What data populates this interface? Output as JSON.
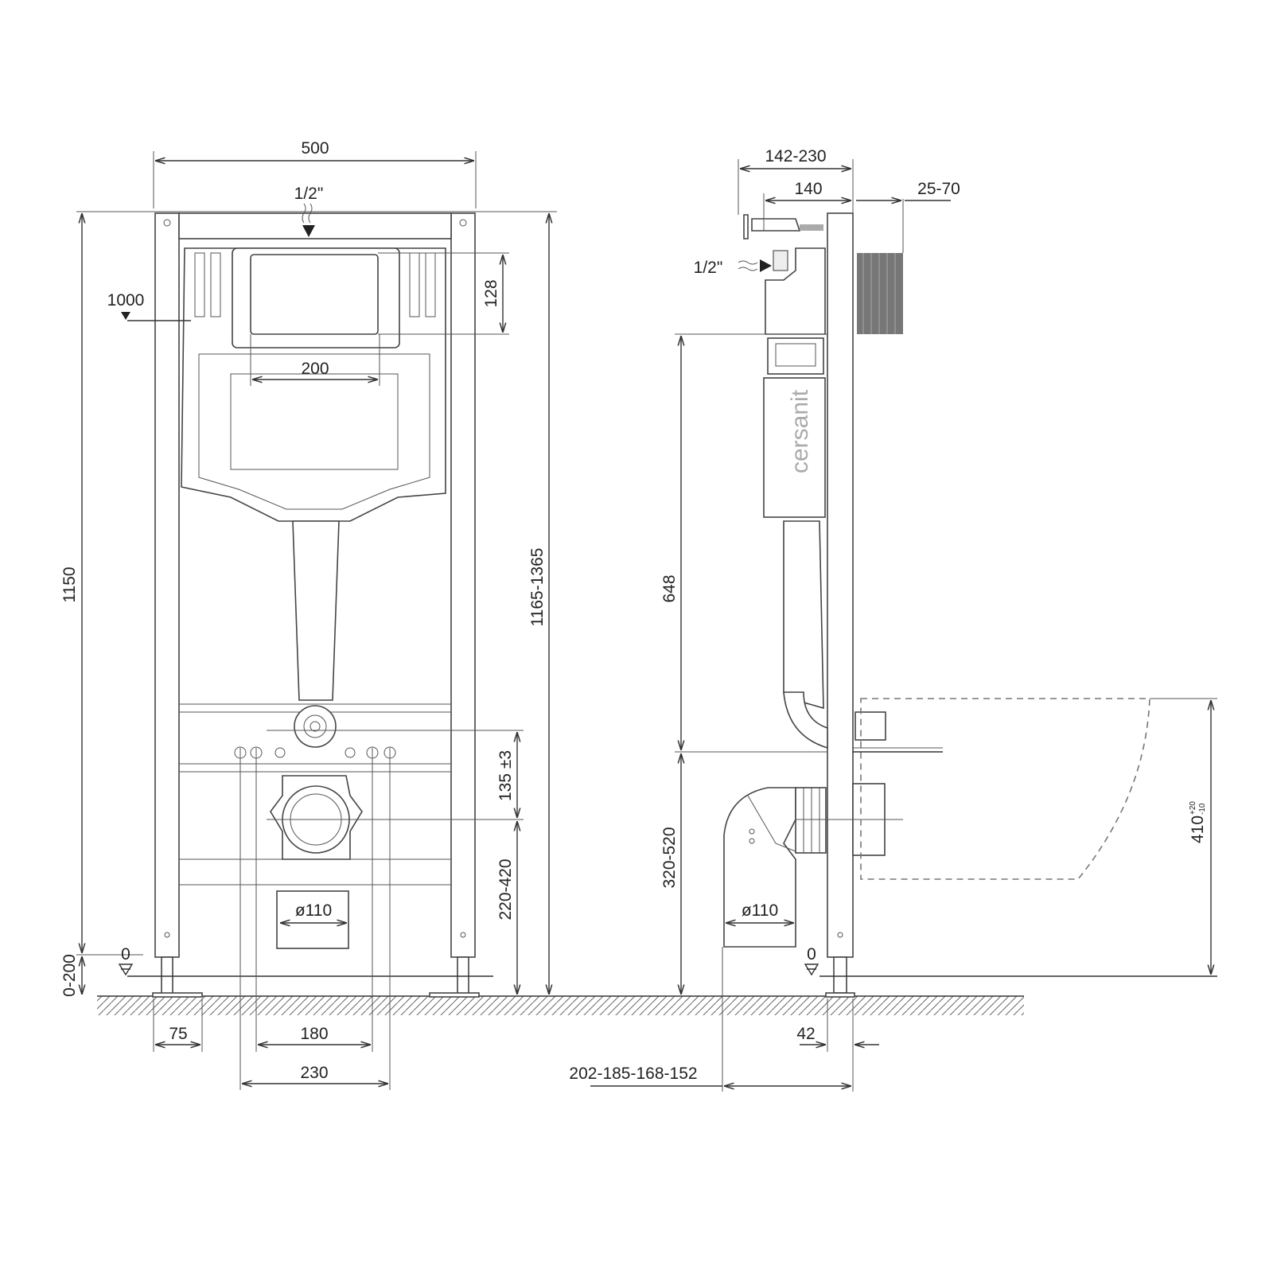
{
  "front_view": {
    "width": "500",
    "supply": "1/2\"",
    "supply_height": "1000",
    "button_height": "128",
    "button_width": "200",
    "total_height": "1150",
    "adjustable_height": "1165-1365",
    "bolt_offset": "135 ±3",
    "drain_height": "220-420",
    "drain_diameter": "ø110",
    "zero_level": "0",
    "leg_range": "0-200",
    "foot_width": "75",
    "bolt_spacing": "180",
    "bolt_spacing_outer": "230"
  },
  "side_view": {
    "depth_range": "142-230",
    "depth": "140",
    "wall_range": "25-70",
    "supply": "1/2\"",
    "bolt_height": "648",
    "drain_height": "320-520",
    "drain_diameter": "ø110",
    "zero_level": "0",
    "seat_height": "410",
    "seat_tol_plus": "+20",
    "seat_tol_minus": "-10",
    "foot_depth": "42",
    "drain_offsets": "202-185-168-152",
    "brand": "cersanit"
  }
}
